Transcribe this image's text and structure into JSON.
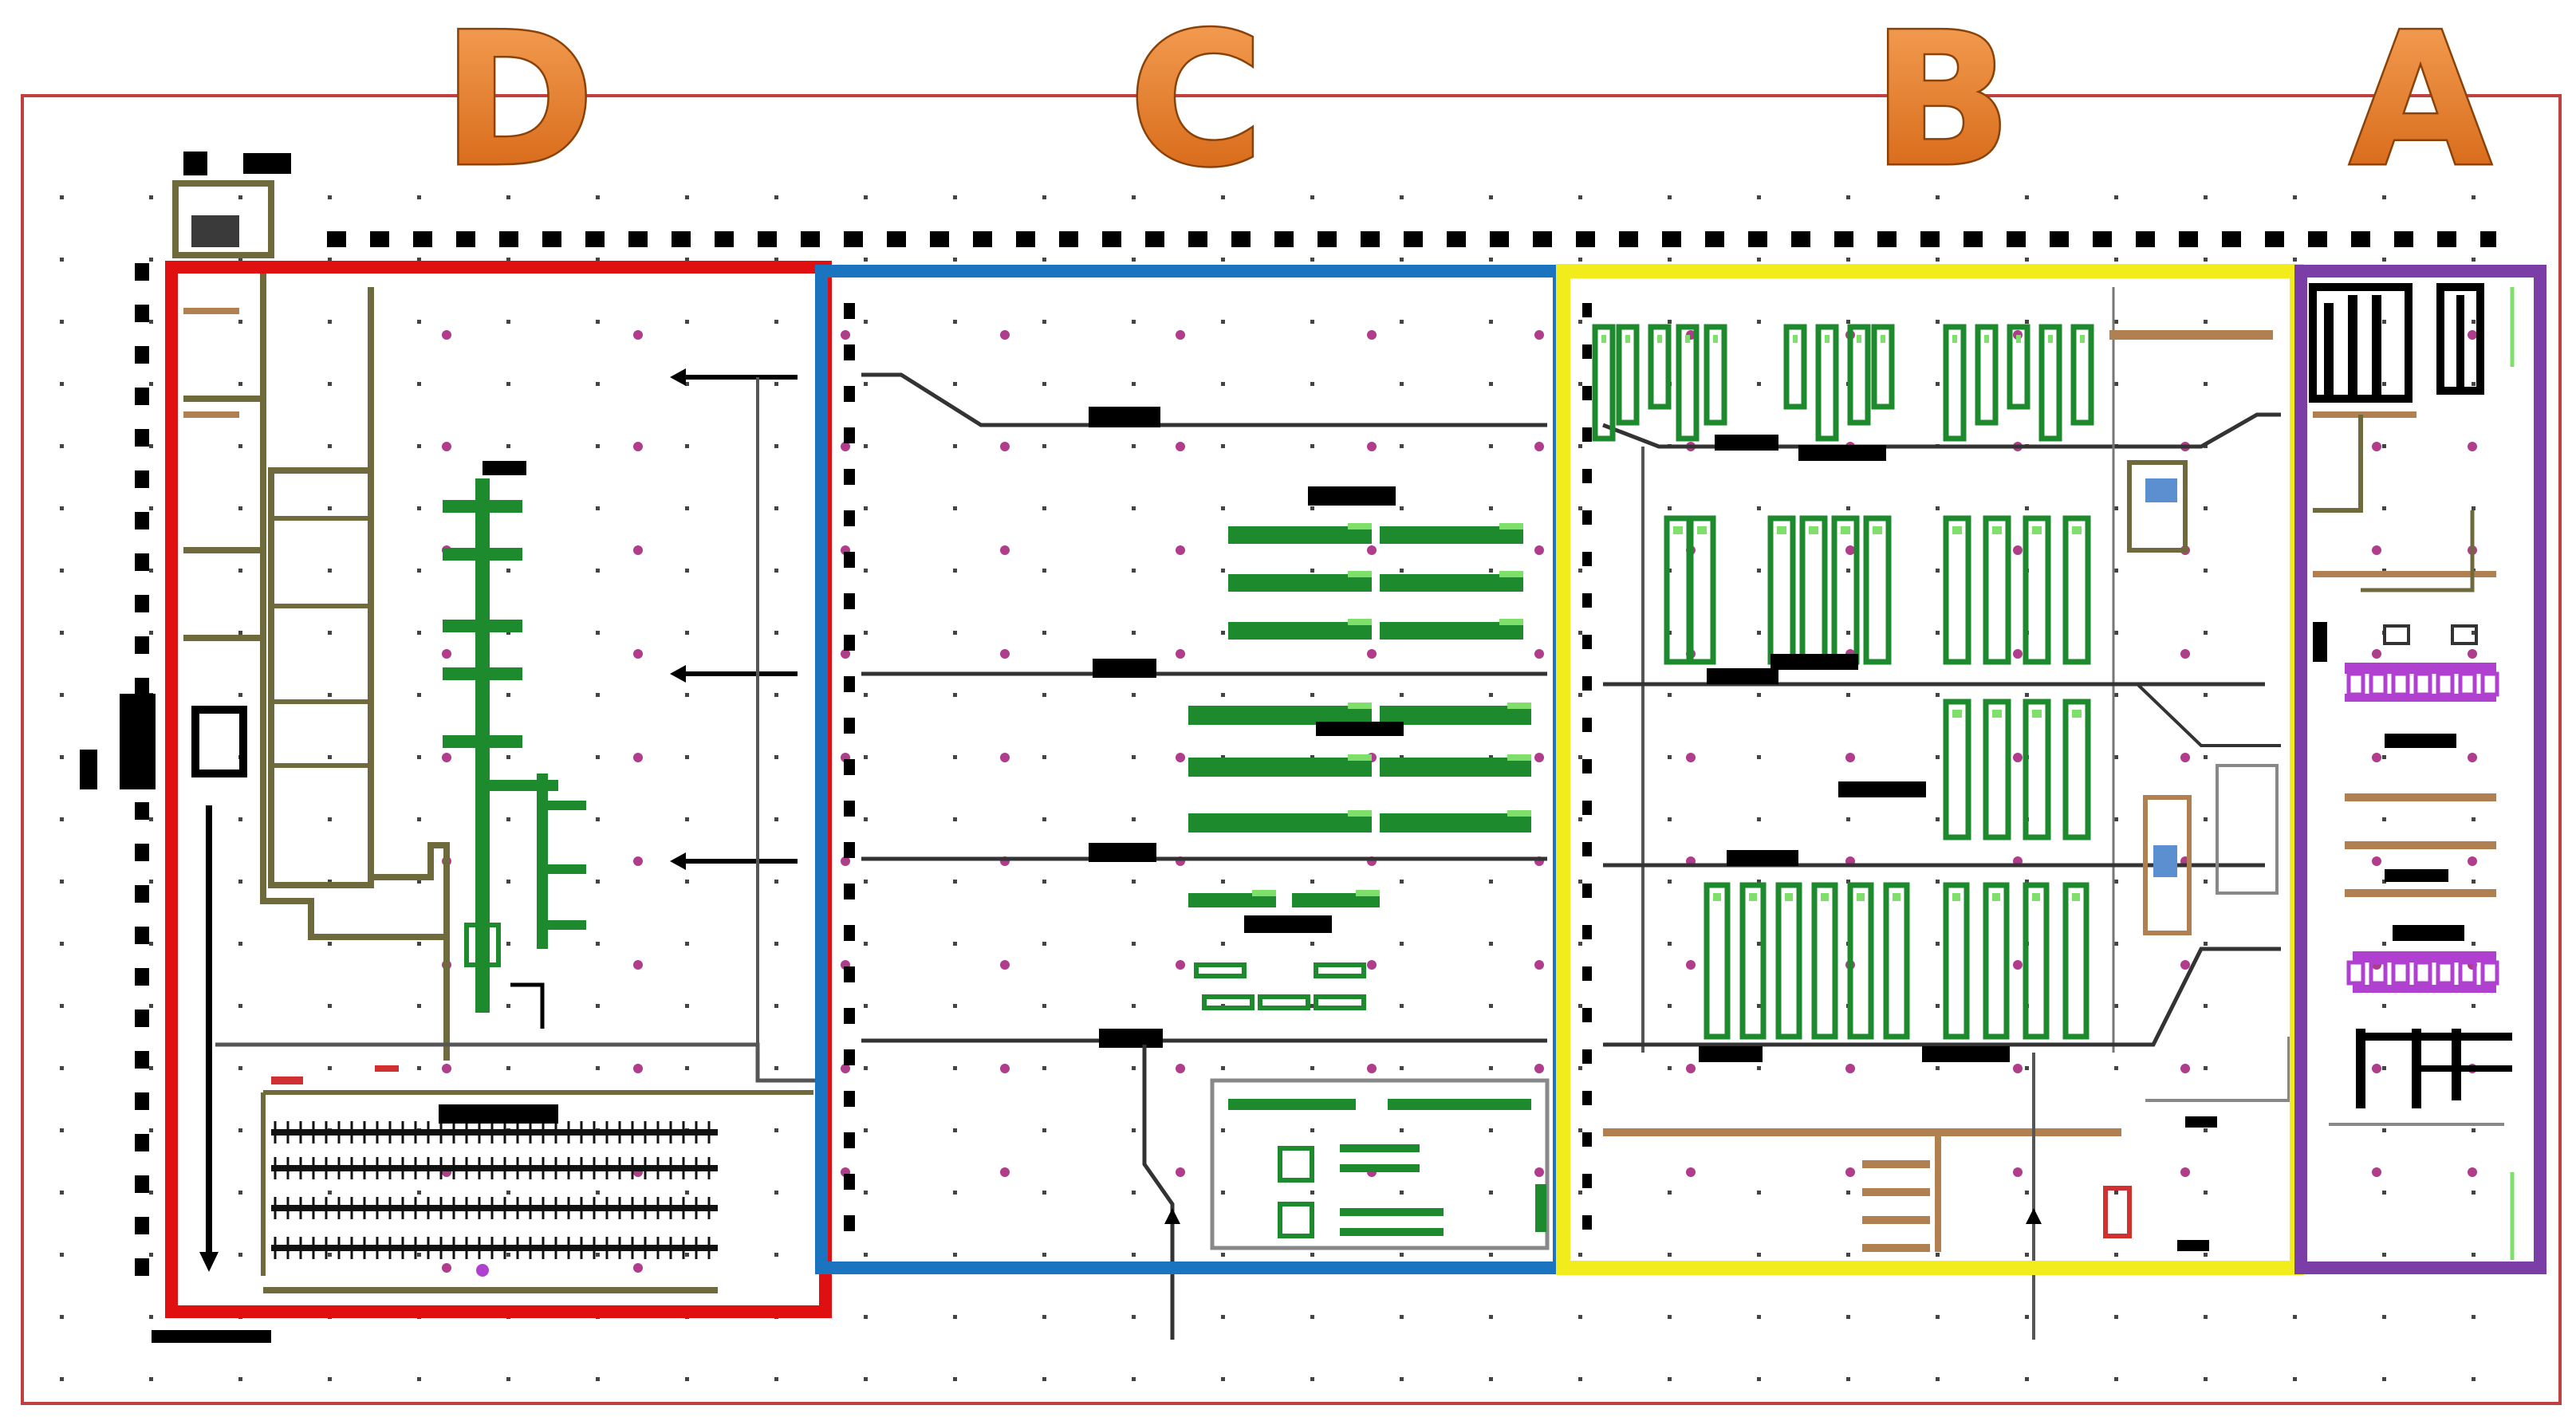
{
  "zones": [
    {
      "letter": "D",
      "border_color": "#e01010"
    },
    {
      "letter": "C",
      "border_color": "#1a74c0"
    },
    {
      "letter": "B",
      "border_color": "#f2ec1c"
    },
    {
      "letter": "A",
      "border_color": "#7a3ea6"
    }
  ],
  "colors": {
    "letter_fill_top": "#f7a45a",
    "letter_fill_bottom": "#d2600e",
    "outline": "#c04040",
    "wall": "#6f6a3c",
    "rack_dark": "#1e8a2e",
    "rack_light": "#7ee06a",
    "pipe": "#b08050",
    "column_dot": "#b03c8c",
    "purple_rack": "#b040d0"
  }
}
